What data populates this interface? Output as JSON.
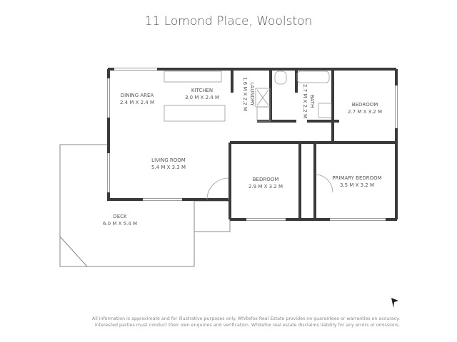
{
  "title": "11 Lomond Place, Woolston",
  "rooms": [
    {
      "name": "DINING AREA",
      "size": "2.4 M X 2.4 M"
    },
    {
      "name": "KITCHEN",
      "size": "3.0 M X 2.4 M"
    },
    {
      "name": "LAUNDRY",
      "size": "1.6 M X 2.2 M"
    },
    {
      "name": "BATH",
      "size": "2.7 M X 2.2 M"
    },
    {
      "name": "BEDROOM",
      "size": "2.7 M X 3.2 M"
    },
    {
      "name": "LIVING ROOM",
      "size": "5.4 M X 3.3 M"
    },
    {
      "name": "BEDROOM",
      "size": "2.9 M X 3.2 M"
    },
    {
      "name": "PRIMARY BEDROOM",
      "size": "3.5 M X 3.2 M"
    },
    {
      "name": "DECK",
      "size": "6.0 M X 5.4 M"
    }
  ],
  "disclaimer": [
    "All information is approximate and for illustrative purposes only. Whitefox Real Estate provides no guarantees or warranties on accuracy.",
    "Interested parties must conduct their own enquiries and verification. Whitefox real estate disclaims liability for any errors or omissions."
  ],
  "colors": {
    "wall": "#3a3a3a",
    "text": "#555555"
  },
  "icons": [
    "north-arrow-icon"
  ]
}
